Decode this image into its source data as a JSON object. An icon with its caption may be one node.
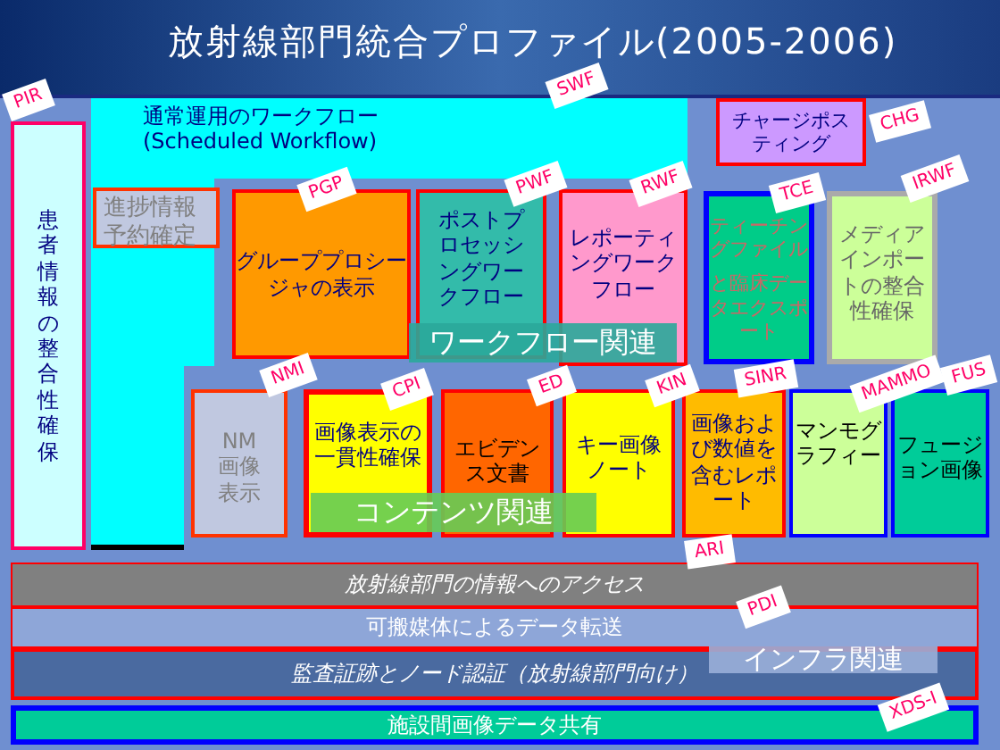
{
  "diagram": {
    "title": "放射線部門統合プロファイル(2005-2006)",
    "nodes": [
      {
        "text": [
          "患者情報の整合性確保"
        ],
        "beside": [
          "PIR"
        ]
      },
      {
        "text": [
          "通常運用のワークフロー (Scheduled Workflow)"
        ],
        "beside": [
          "SWF"
        ]
      },
      {
        "text": [
          "進捗情報予約確定"
        ],
        "in": 1
      },
      {
        "text": [
          "グループプロシージャの表示"
        ],
        "in": 1,
        "beside": [
          "PGP"
        ]
      },
      {
        "text": [
          "ポストプロセッシングワークフロー"
        ],
        "in": 1,
        "beside": [
          "PWF"
        ]
      },
      {
        "text": [
          "レポーティングワークフロー"
        ],
        "in": 1,
        "beside": [
          "RWF"
        ]
      },
      {
        "text": [
          "チャージポスティング"
        ],
        "beside": [
          "CHG"
        ]
      },
      {
        "text": [
          "ティーチングファイル",
          "と臨床データエクスポート"
        ],
        "beside": [
          "TCE"
        ]
      },
      {
        "text": [
          "メディアインポートの整合性確保"
        ],
        "beside": [
          "IRWF"
        ]
      },
      {
        "text": [
          "NM画像表示"
        ],
        "beside": [
          "NMI"
        ]
      },
      {
        "text": [
          "画像表示の一貫性確保"
        ],
        "beside": [
          "CPI"
        ]
      },
      {
        "text": [
          "エビデンス文書"
        ],
        "beside": [
          "ED"
        ]
      },
      {
        "text": [
          "キー画像ノート"
        ],
        "beside": [
          "KIN"
        ]
      },
      {
        "text": [
          "画像および数値を含むレポート"
        ],
        "beside": [
          "SINR"
        ]
      },
      {
        "text": [
          "マンモグラフィー"
        ],
        "beside": [
          "MAMMO"
        ]
      },
      {
        "text": [
          "フュージョン画像"
        ],
        "beside": [
          "FUS"
        ]
      },
      {
        "text": [
          "放射線部門の情報へのアクセス"
        ],
        "beside": [
          "ARI"
        ]
      },
      {
        "text": [
          "可搬媒体によるデータ転送"
        ],
        "beside": [
          "PDI"
        ]
      },
      {
        "text": [
          "監査証跡とノード認証（放射線部門向け）"
        ]
      },
      {
        "text": [
          "施設間画像データ共有"
        ],
        "beside": [
          "XDS-I"
        ]
      }
    ],
    "labels": [
      "ワークフロー関連",
      "コンテンツ関連",
      "インフラ関連"
    ]
  }
}
